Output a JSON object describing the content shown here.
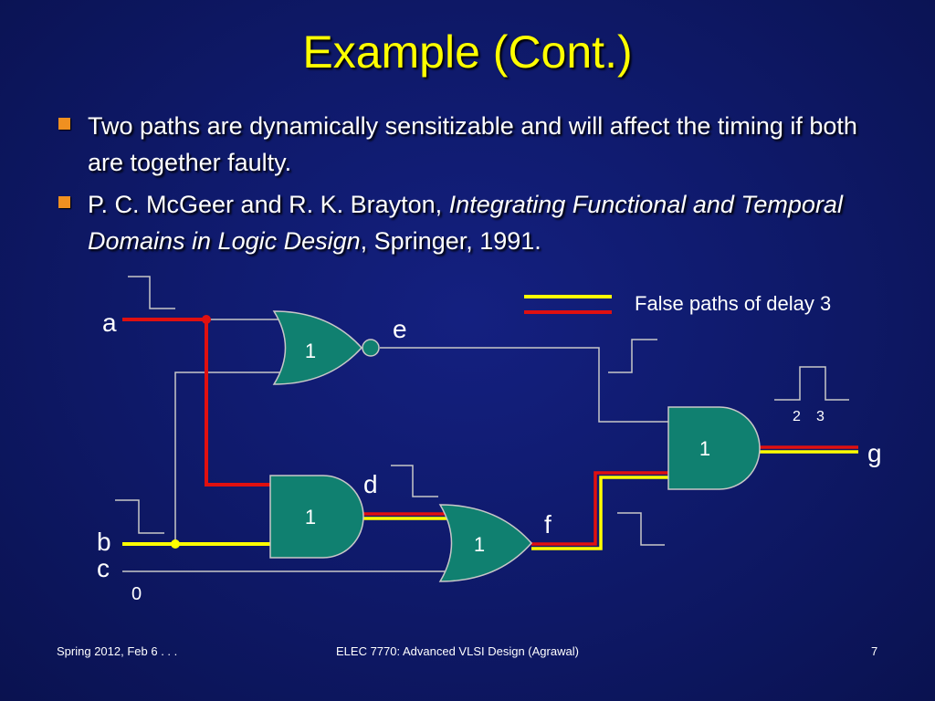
{
  "slide": {
    "title": "Example (Cont.)",
    "bullets": [
      {
        "text": "Two paths are dynamically sensitizable and will affect the timing if both are together faulty."
      },
      {
        "text_before": "P. C. McGeer and R. K. Brayton, ",
        "italic": "Integrating Functional and Temporal Domains in Logic Design",
        "text_after": ", Springer, 1991."
      }
    ]
  },
  "diagram": {
    "legend_label": "False paths of delay 3",
    "signals": {
      "a": "a",
      "b": "b",
      "c": "c",
      "d": "d",
      "e": "e",
      "f": "f",
      "g": "g"
    },
    "gate_labels": {
      "nor_top": "1",
      "and_mid": "1",
      "or_bottom": "1",
      "and_right": "1"
    },
    "c_value": "0",
    "g_timing": [
      "2",
      "3"
    ],
    "colors": {
      "false_path_yellow": "#ffff00",
      "false_path_red": "#e01010",
      "gate_fill": "#108070",
      "wire": "#c8c8c8",
      "background": "#0c1560"
    }
  },
  "footer": {
    "left": "Spring 2012, Feb 6 . . .",
    "center": "ELEC 7770: Advanced VLSI Design (Agrawal)",
    "page": "7"
  }
}
